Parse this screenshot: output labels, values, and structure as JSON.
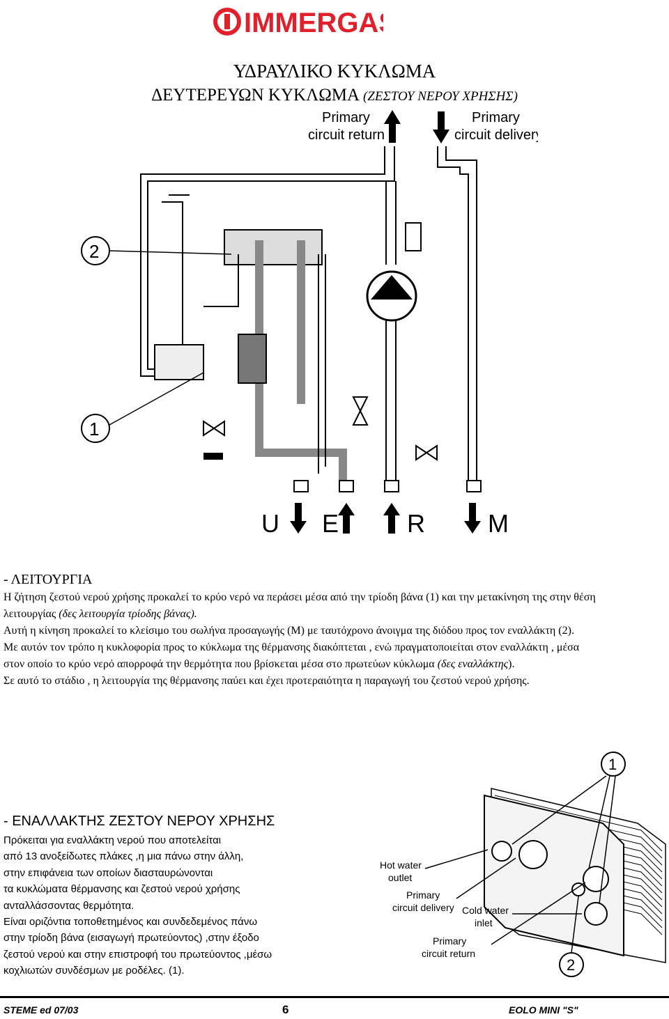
{
  "brand": {
    "logo_text": "IMMERGAS",
    "logo_color": "#e0202a"
  },
  "title": {
    "line1": "ΥΔΡΑΥΛΙΚΟ ΚΥΚΛΩΜΑ",
    "line2_main": "ΔΕΥΤΕΡΕΥΩΝ ΚΥΚΛΩΜΑ",
    "line2_sub": "(ΖΕΣΤΟΥ ΝΕΡΟΥ ΧΡΗΣΗΣ)"
  },
  "diagram1": {
    "label_primary_return_1": "Primary",
    "label_primary_return_2": "circuit return",
    "label_primary_delivery_1": "Primary",
    "label_primary_delivery_2": "circuit delivery*",
    "callout_1": "1",
    "callout_2": "2",
    "connection_u": "U",
    "connection_e": "E",
    "connection_r": "R",
    "connection_m": "M"
  },
  "operation": {
    "heading": "- ΛΕΙΤΟΥΡΓΙΑ",
    "p1_a": "Η ζήτηση ζεστού νερού χρήσης προκαλεί το κρύο νερό να περάσει μέσα από την τρίοδη βάνα (1) και την μετακίνηση της στην θέση λειτουργίας ",
    "p1_b": "(δες λειτουργία τρίοδης βάνας).",
    "p2": "Αυτή η κίνηση προκαλεί το κλείσιμο του σωλήνα προσαγωγής  (M) με ταυτόχρονο άνοιγμα  της διόδου προς τον εναλλάκτη (2).",
    "p3_a": "Με αυτόν τον τρόπο η κυκλοφορία προς το κύκλωμα της θέρμανσης διακόπτεται , ενώ πραγματοποιείται στον εναλλάκτη , μέσα στον οποίο το κρύο νερό απορροφά την θερμότητα που βρίσκεται μέσα στο πρωτεύων κύκλωμα ",
    "p3_b": "(δες εναλλάκτης",
    "p3_c": ").",
    "p4": "Σε αυτό το στάδιο , η λειτουργία της θέρμανσης παύει και έχει προτεραιότητα η παραγωγή του ζεστού νερού χρήσης."
  },
  "exchanger": {
    "heading": "- ΕΝΑΛΛΑΚΤΗΣ ΖΕΣΤΟΥ ΝΕΡΟΥ ΧΡΗΣΗΣ",
    "lines": [
      "Πρόκειται για εναλλάκτη νερού που αποτελείται",
      "από 13 ανοξείδωτες πλάκες ,η μια πάνω στην άλλη,",
      "στην επιφάνεια των οποίων διασταυρώνονται",
      "τα κυκλώματα θέρμανσης και ζεστού νερού χρήσης",
      "ανταλλάσσοντας θερμότητα.",
      "Είναι οριζόντια τοποθετημένος και συνδεδεμένος πάνω",
      "στην τρίοδη βάνα (εισαγωγή πρωτεύοντος) ,στην έξοδο",
      "ζεστού νερού και στην επιστροφή του πρωτεύοντος ,μέσω",
      "κοχλιωτών συνδέσμων με ροδέλες. (1)."
    ]
  },
  "diagram2": {
    "hot_water_1": "Hot water",
    "hot_water_2": "outlet",
    "primary_delivery_1": "Primary",
    "primary_delivery_2": "circuit delivery",
    "cold_water_1": "Cold water",
    "cold_water_2": "inlet",
    "primary_return_1": "Primary",
    "primary_return_2": "circuit return",
    "callout_1": "1",
    "callout_2": "2"
  },
  "footer": {
    "left": "STEME ed 07/03",
    "page": "6",
    "right": "EOLO  MINI \"S\""
  }
}
